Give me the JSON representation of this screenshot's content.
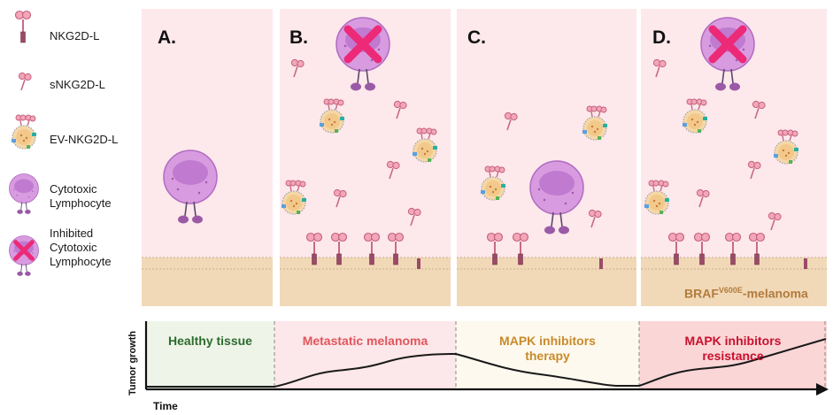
{
  "legend": {
    "nkg2dl": "NKG2D-L",
    "snkg2dl": "sNKG2D-L",
    "evnkg2dl": "EV-NKG2D-L",
    "cytotoxic_line1": "Cytotoxic",
    "cytotoxic_line2": "Lymphocyte",
    "inhibited_line1": "Inhibited",
    "inhibited_line2": "Cytotoxic",
    "inhibited_line3": "Lymphocyte"
  },
  "panels": {
    "a": "A.",
    "b": "B.",
    "c": "C.",
    "d": "D."
  },
  "melanoma": {
    "prefix": "BRAF",
    "superscript": "V600E",
    "suffix": "-melanoma"
  },
  "timeline": {
    "y_axis": "Tumor growth",
    "x_axis": "Time",
    "phase1": "Healthy tissue",
    "phase2": "Metastatic melanoma",
    "phase3_line1": "MAPK inhibitors",
    "phase3_line2": "therapy",
    "phase4_line1": "MAPK inhibitors",
    "phase4_line2": "resistance"
  },
  "colors": {
    "tissue_bg": "#fde8ec",
    "membrane": "#f1d9b8",
    "lymphocyte": "#d89be0",
    "inhibit_x": "#ec2a77",
    "ligand": "#e98aa3",
    "healthy": "#2e6b2e",
    "metastatic": "#e0565b",
    "therapy": "#c98a2b",
    "resistance": "#c8102e"
  }
}
